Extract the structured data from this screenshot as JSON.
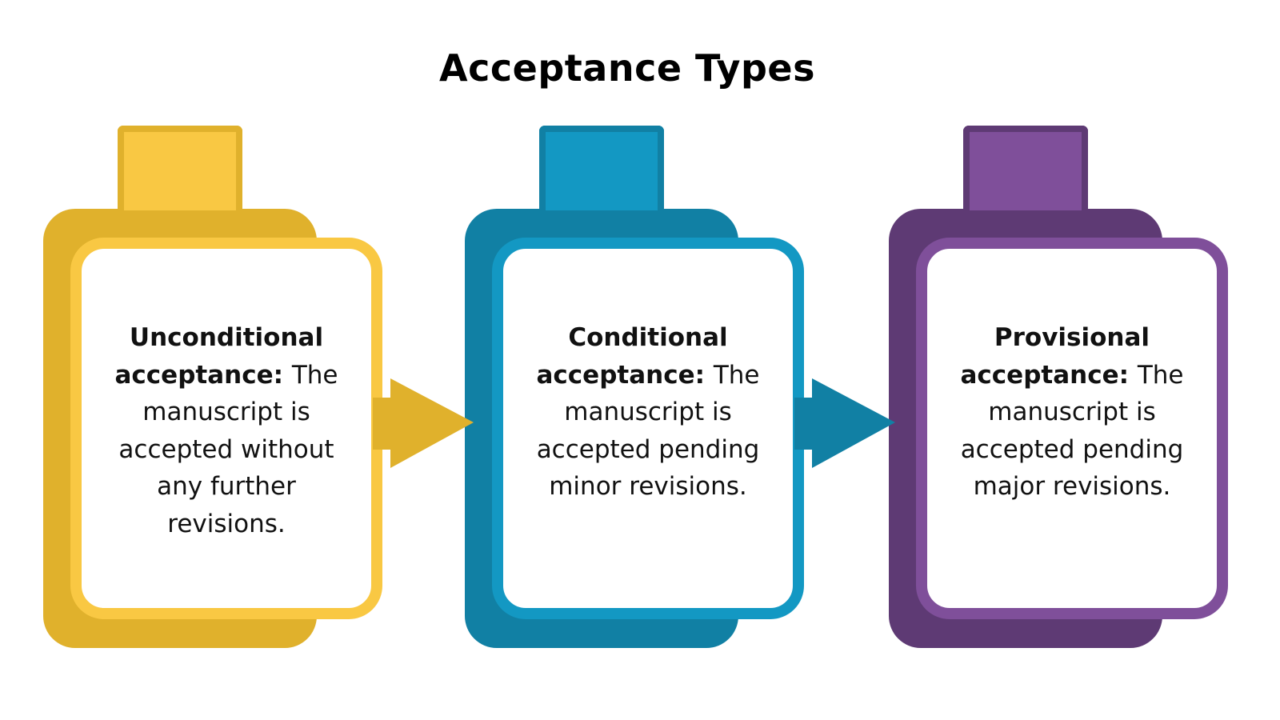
{
  "title": "Acceptance Types",
  "cards": [
    {
      "heading": "Unconditional acceptance:",
      "body": "The manuscript is accepted without any further revisions.",
      "colors": {
        "dark": "#E0B12C",
        "light": "#F9C843"
      }
    },
    {
      "heading": "Conditional acceptance:",
      "body": "The manuscript is accepted pending minor revisions.",
      "colors": {
        "dark": "#1180A4",
        "light": "#1398C3"
      }
    },
    {
      "heading": "Provisional acceptance:",
      "body": "The manuscript is accepted pending major revisions.",
      "colors": {
        "dark": "#5E3A74",
        "light": "#7F4F9A"
      }
    }
  ],
  "arrows": [
    {
      "icon": "arrow-right-icon",
      "color": "#E0B12C"
    },
    {
      "icon": "arrow-right-icon",
      "color": "#1180A4"
    }
  ]
}
